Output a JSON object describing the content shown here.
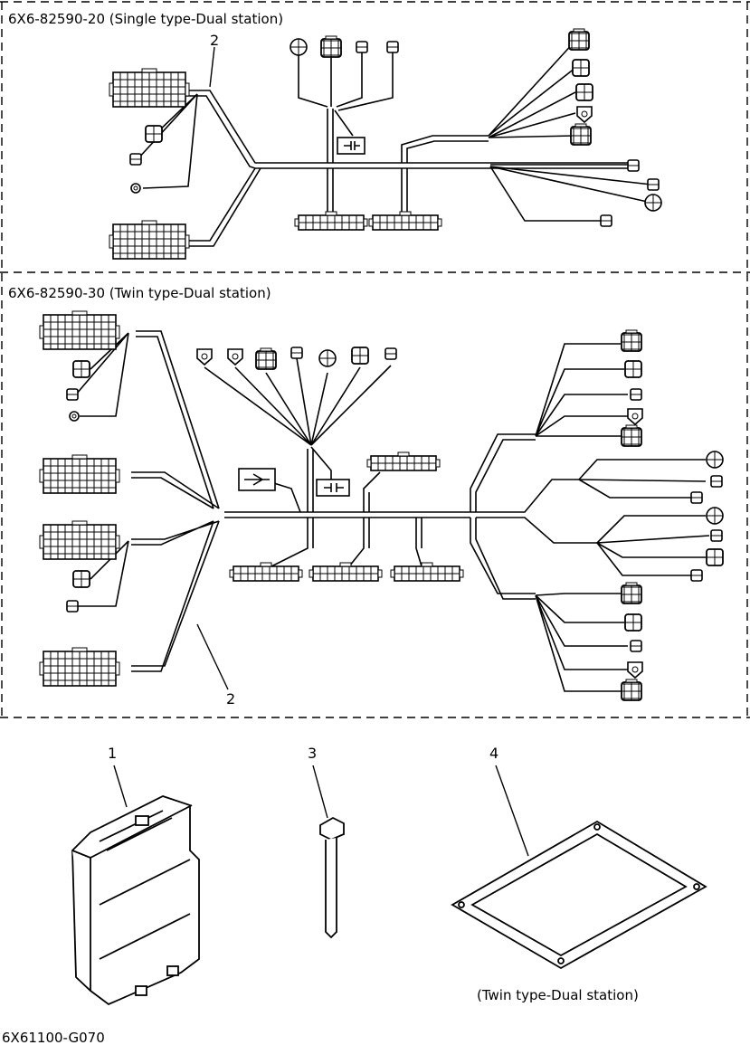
{
  "section1": {
    "title": "6X6-82590-20 (Single type-Dual station)",
    "callout": "2"
  },
  "section2": {
    "title": "6X6-82590-30 (Twin type-Dual station)",
    "callout": "2"
  },
  "parts": {
    "item1": "1",
    "item3": "3",
    "item4": "4",
    "item4_caption": "(Twin type-Dual station)"
  },
  "drawing_code": "6X61100-G070"
}
